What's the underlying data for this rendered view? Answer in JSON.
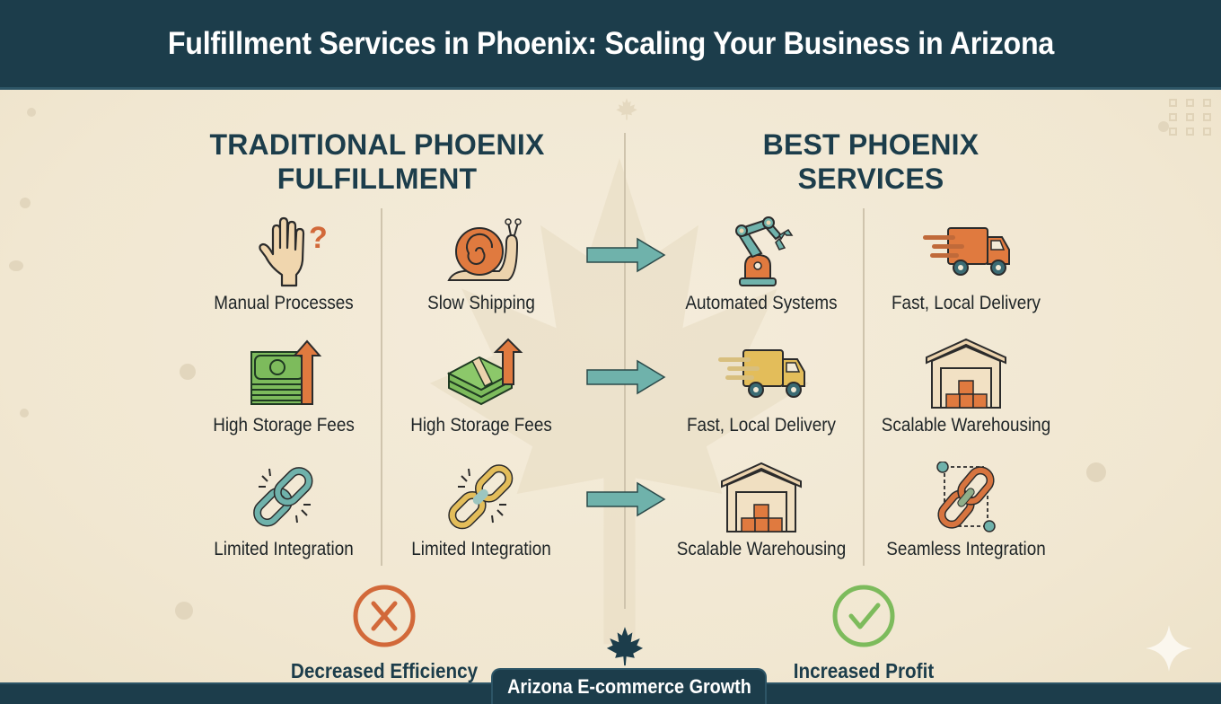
{
  "header": {
    "title": "Fulfillment Services in Phoenix: Scaling Your Business in Arizona"
  },
  "left": {
    "title_line1": "TRADITIONAL PHOENIX",
    "title_line2": "FULFILLMENT",
    "items": [
      {
        "label": "Manual Processes",
        "icon": "hand-question-icon"
      },
      {
        "label": "Slow Shipping",
        "icon": "snail-icon"
      },
      {
        "label": "High Storage Fees",
        "icon": "money-arrow-up-icon"
      },
      {
        "label": "High Storage Fees",
        "icon": "money-stack-arrow-up-icon"
      },
      {
        "label": "Limited Integration",
        "icon": "broken-chain-icon"
      },
      {
        "label": "Limited Integration",
        "icon": "broken-chain-icon"
      }
    ],
    "outcome": {
      "label": "Decreased Efficiency",
      "icon": "x-circle-icon"
    }
  },
  "right": {
    "title_line1": "BEST PHOENIX",
    "title_line2": "SERVICES",
    "items": [
      {
        "label": "Automated Systems",
        "icon": "robot-arm-icon"
      },
      {
        "label": "Fast, Local Delivery",
        "icon": "delivery-truck-icon"
      },
      {
        "label": "Fast, Local Delivery",
        "icon": "delivery-truck-icon"
      },
      {
        "label": "Scalable Warehousing",
        "icon": "warehouse-icon"
      },
      {
        "label": "Scalable Warehousing",
        "icon": "warehouse-icon"
      },
      {
        "label": "Seamless Integration",
        "icon": "connected-chain-icon"
      }
    ],
    "outcome": {
      "label": "Increased Profit",
      "icon": "check-circle-icon"
    }
  },
  "arrows": [
    "arrow-right-icon",
    "arrow-right-icon",
    "arrow-right-icon"
  ],
  "footer": {
    "label": "Arizona E-commerce Growth"
  },
  "colors": {
    "navy": "#1c3d4b",
    "background": "#f2e9d5",
    "orange": "#e07a3f",
    "teal": "#6fb2ab",
    "green": "#7dbb5c",
    "gold": "#e3bd5a"
  }
}
